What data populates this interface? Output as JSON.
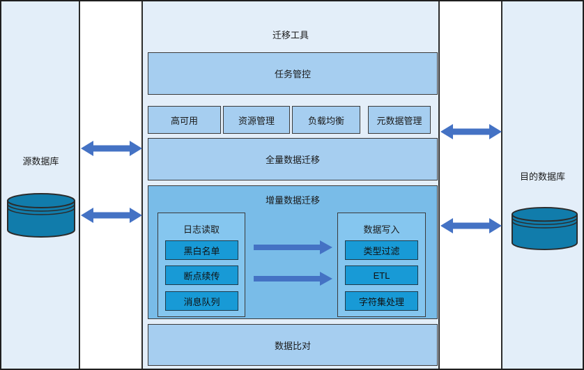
{
  "source_db": {
    "label": "源数据库"
  },
  "target_db": {
    "label": "目的数据库"
  },
  "tool": {
    "title": "迁移工具",
    "task_control": "任务管控",
    "capabilities": [
      "高可用",
      "资源管理",
      "负载均衡",
      "元数据管理"
    ],
    "full_migration": "全量数据迁移",
    "incremental": {
      "title": "增量数据迁移",
      "log_read": {
        "title": "日志读取",
        "items": [
          "黑白名单",
          "断点续传",
          "消息队列"
        ]
      },
      "data_write": {
        "title": "数据写入",
        "items": [
          "类型过滤",
          "ETL",
          "字符集处理"
        ]
      }
    },
    "data_compare": "数据比对"
  },
  "colors": {
    "panel_bg": "#e3eef9",
    "box_fill": "#a6cef0",
    "incremental_fill": "#79bce8",
    "group_fill": "#85c6ef",
    "subbox_fill": "#189ad6",
    "cylinder_fill": "#117cab",
    "arrow_fill": "#4472c4",
    "border": "#2b2b2b"
  }
}
